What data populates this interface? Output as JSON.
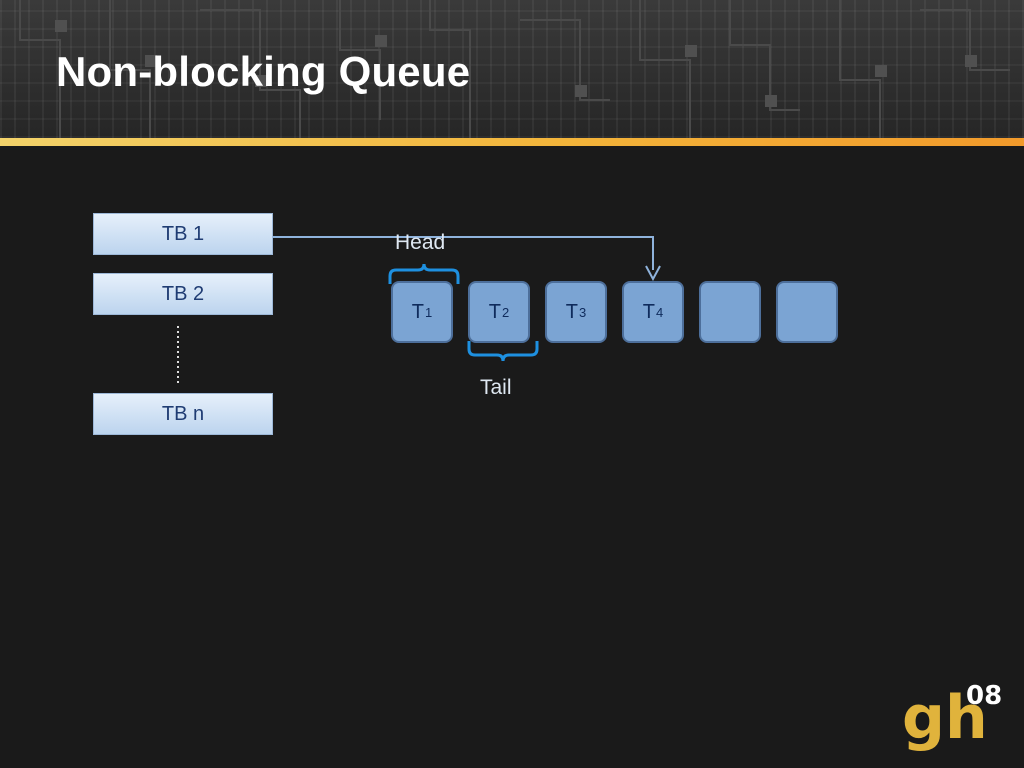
{
  "slide": {
    "title": "Non-blocking Queue"
  },
  "blocks": [
    {
      "label": "TB 1"
    },
    {
      "label": "TB 2"
    },
    {
      "label": "TB n"
    }
  ],
  "queue": {
    "cells": [
      {
        "base": "T",
        "sub": "1"
      },
      {
        "base": "T",
        "sub": "2"
      },
      {
        "base": "T",
        "sub": "3"
      },
      {
        "base": "T",
        "sub": "4"
      },
      {
        "base": "",
        "sub": ""
      },
      {
        "base": "",
        "sub": ""
      }
    ],
    "head_label": "Head",
    "tail_label": "Tail"
  },
  "logo": {
    "main": "gh",
    "suffix": "08"
  },
  "colors": {
    "accent_bar_start": "#f3d36a",
    "accent_bar_end": "#f19a2b",
    "cell_fill": "#7ba4d3",
    "bracket": "#1e90e0",
    "arrow": "#8fb3dc",
    "logo_gold": "#e0b33c"
  }
}
